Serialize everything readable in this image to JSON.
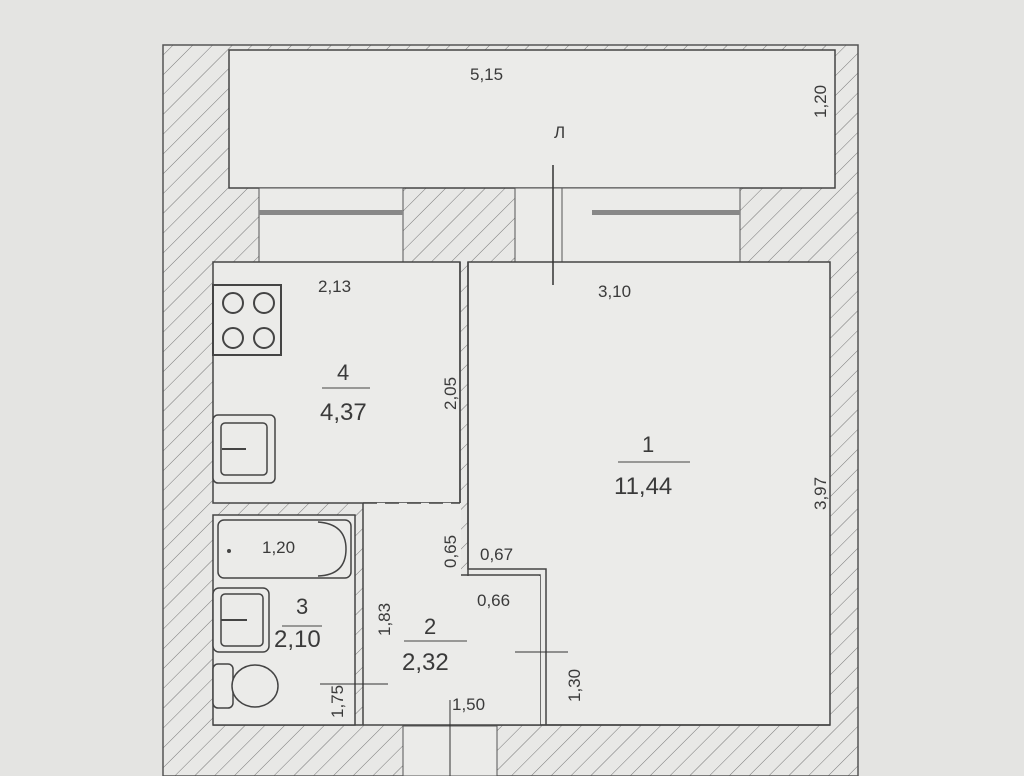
{
  "loggia": {
    "width": "5,15",
    "depth": "1,20",
    "label": "Л"
  },
  "rooms": [
    {
      "number": "1",
      "area": "11,44",
      "width": "3,10",
      "length": "3,97"
    },
    {
      "number": "2",
      "area": "2,32",
      "dims": [
        "0,65",
        "0,67",
        "0,66",
        "1,30",
        "1,50"
      ]
    },
    {
      "number": "3",
      "area": "2,10",
      "dims": [
        "1,83",
        "1,75"
      ],
      "bath_length": "1,20"
    },
    {
      "number": "4",
      "area": "4,37",
      "width": "2,13",
      "length": "2,05"
    }
  ]
}
